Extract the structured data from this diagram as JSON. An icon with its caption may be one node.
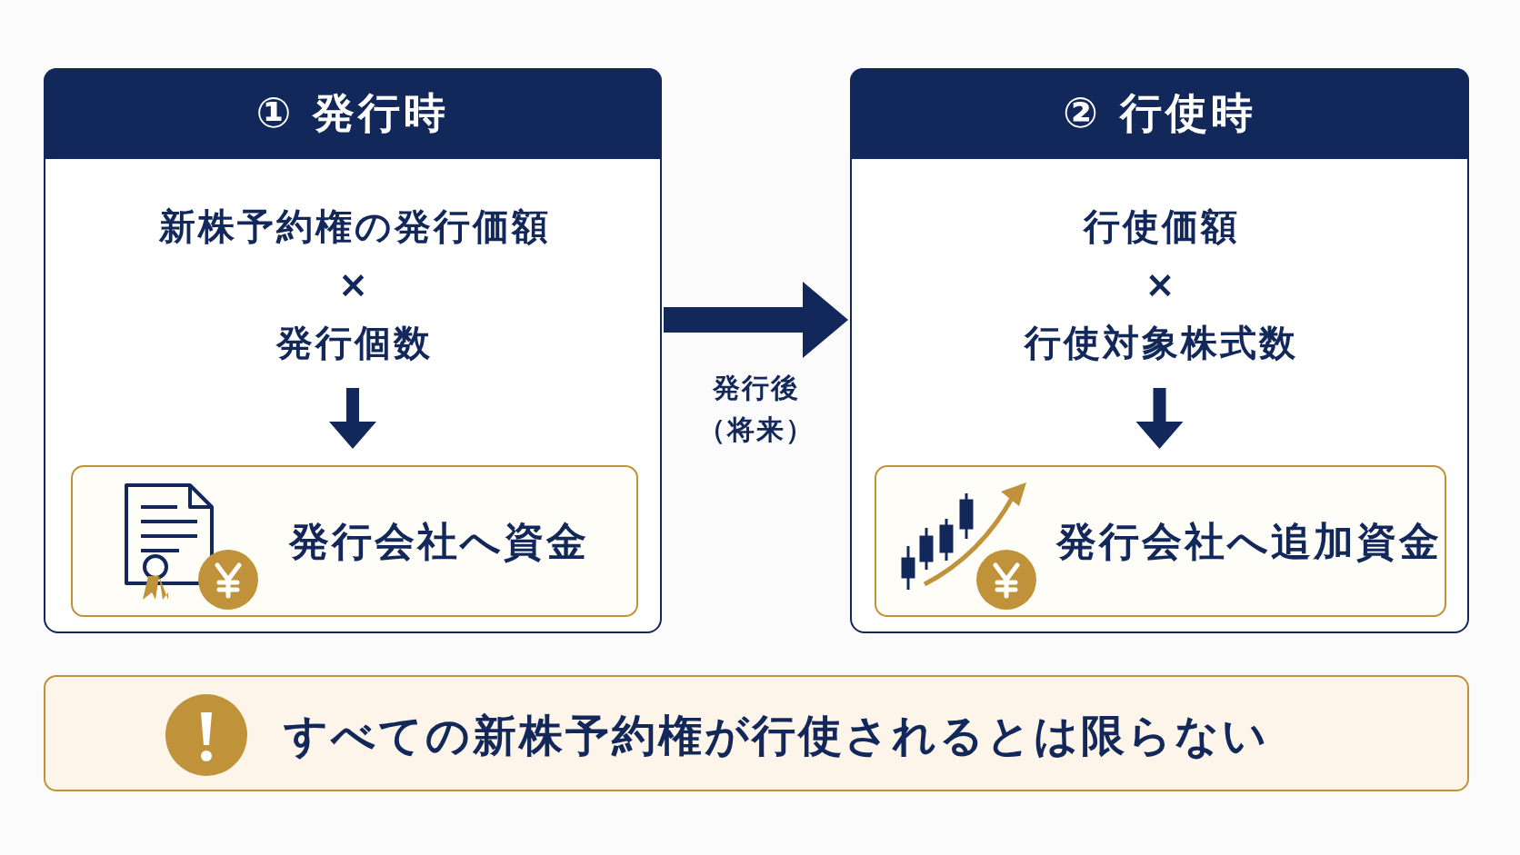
{
  "diagram": {
    "nodes": [
      {
        "text": [
          "① 発行時"
        ]
      },
      {
        "text": [
          "新株予約権の発行価額",
          "×",
          "発行個数"
        ],
        "in": 0
      },
      {
        "text": [
          "発行会社へ資金"
        ],
        "in": 0
      },
      {
        "text": [
          "② 行使時"
        ]
      },
      {
        "text": [
          "行使価額",
          "×",
          "行使対象株式数"
        ],
        "in": 3
      },
      {
        "text": [
          "発行会社へ追加資金"
        ],
        "in": 3
      },
      {
        "text": [
          "すべての新株予約権が行使されるとは限らない"
        ]
      }
    ],
    "edges": [
      {
        "from": 0,
        "to": 3,
        "arrow": "to",
        "label": "発行後（将来）",
        "style": "thick"
      },
      {
        "from": 1,
        "to": 2,
        "arrow": "to",
        "style": "thick"
      },
      {
        "from": 4,
        "to": 5,
        "arrow": "to",
        "style": "thick"
      }
    ]
  }
}
